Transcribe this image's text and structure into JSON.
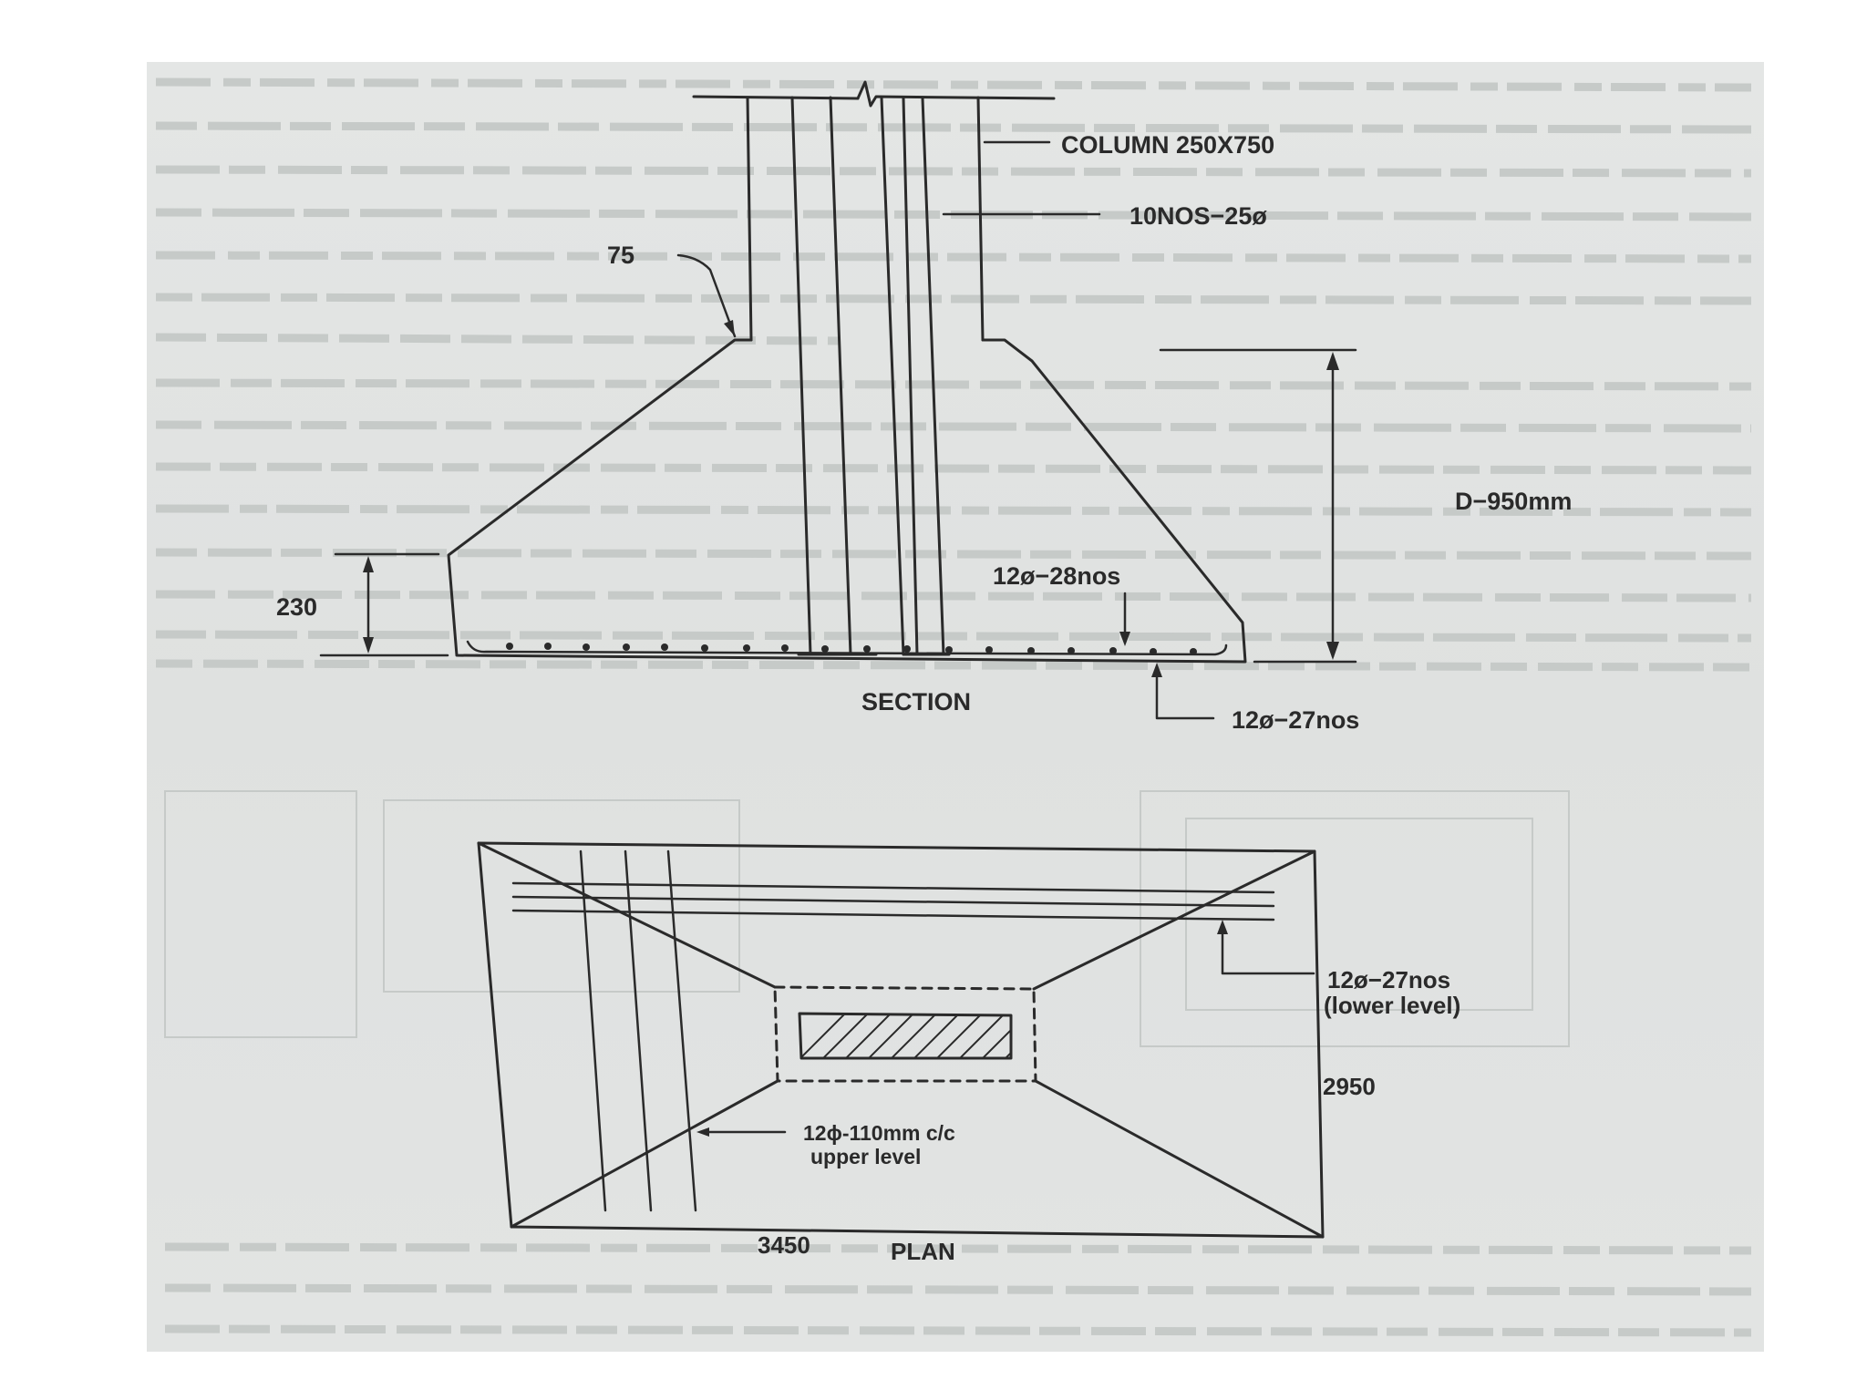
{
  "section": {
    "column_label": "COLUMN 250X750",
    "column_bars_label": "10NOS−25ø",
    "cover_label": "75",
    "depth_label": "D−950mm",
    "edge_depth_label": "230",
    "top_bars_label": "12ø−28nos",
    "bottom_bars_label": "12ø−27nos",
    "title": "SECTION"
  },
  "plan": {
    "lower_bars_label": "12ø−27nos",
    "lower_level_label": "(lower  level)",
    "width_label": "2950",
    "upper_bars_label": "12ϕ-110mm c/c",
    "upper_level_label": "upper  level",
    "length_label": "3450",
    "title": "PLAN"
  },
  "colors": {
    "paper": "#e1e3e2",
    "ink": "#2a2a2a",
    "ghost_text": "#c6cac8"
  }
}
